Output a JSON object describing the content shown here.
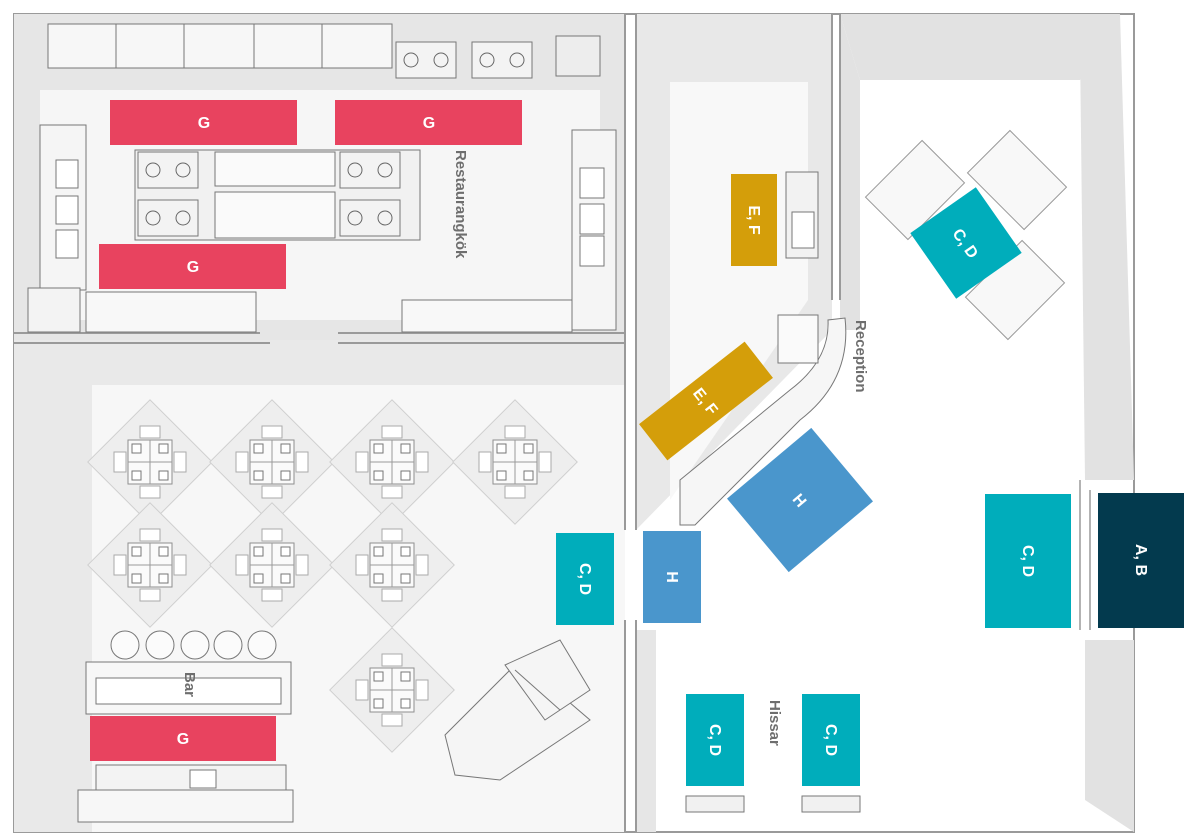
{
  "rooms": {
    "kitchen": "Restaurangkök",
    "reception": "Reception",
    "elevators": "Hissar",
    "bar": "Bar"
  },
  "zones": {
    "g1": "G",
    "g2": "G",
    "g3": "G",
    "g4": "G",
    "ef1": "E, F",
    "ef2": "E, F",
    "cd1": "C, D",
    "cd2": "C, D",
    "cd3": "C, D",
    "cd4": "C, D",
    "cd5": "C, D",
    "h1": "H",
    "h2": "H",
    "ab": "A, B"
  },
  "colors": {
    "g": "#e8435f",
    "ef": "#d49e0a",
    "cd": "#00adbb",
    "h": "#4a96cc",
    "ab": "#033a4e",
    "wall": "#e3e3e3",
    "furniture": "#f7f7f7",
    "stroke": "#9a9a9a"
  }
}
